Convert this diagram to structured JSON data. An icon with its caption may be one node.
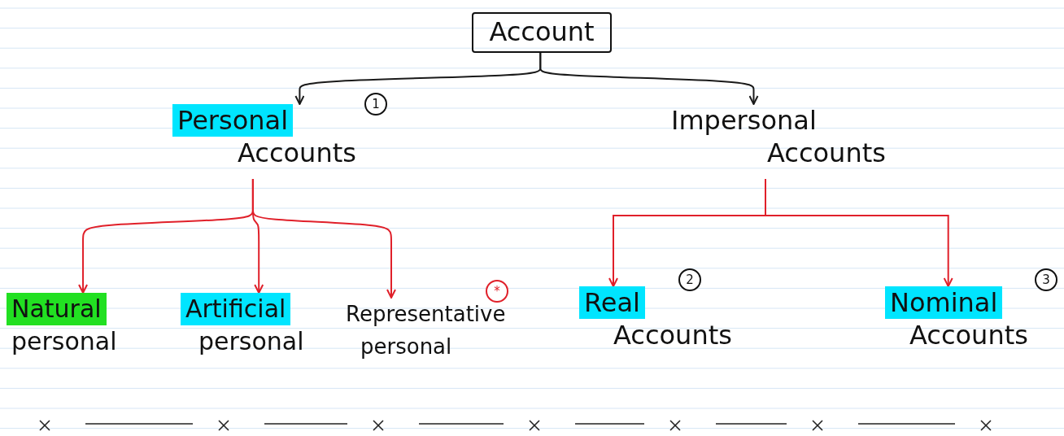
{
  "diagram": {
    "nodes": [
      {
        "text": [
          "Account"
        ]
      },
      {
        "text": [
          "Personal",
          "Accounts"
        ],
        "beside": [
          "1"
        ]
      },
      {
        "text": [
          "Impersonal",
          "Accounts"
        ]
      },
      {
        "text": [
          "Natural",
          "personal"
        ]
      },
      {
        "text": [
          "Artificial",
          "personal"
        ]
      },
      {
        "text": [
          "Representative",
          "personal"
        ],
        "beside": [
          "*"
        ]
      },
      {
        "text": [
          "Real",
          "Accounts"
        ],
        "beside": [
          "2"
        ]
      },
      {
        "text": [
          "Nominal",
          "Accounts"
        ],
        "beside": [
          "3"
        ]
      }
    ],
    "edges": [
      {
        "from": 0,
        "to": 1,
        "arrow": "to",
        "color": "#1a1a1a"
      },
      {
        "from": 0,
        "to": 2,
        "arrow": "to",
        "color": "#1a1a1a"
      },
      {
        "from": 1,
        "to": 3,
        "arrow": "to"
      },
      {
        "from": 1,
        "to": 4,
        "arrow": "to"
      },
      {
        "from": 1,
        "to": 5,
        "arrow": "to"
      },
      {
        "from": 2,
        "to": 6,
        "arrow": "to"
      },
      {
        "from": 2,
        "to": 7,
        "arrow": "to"
      }
    ]
  }
}
